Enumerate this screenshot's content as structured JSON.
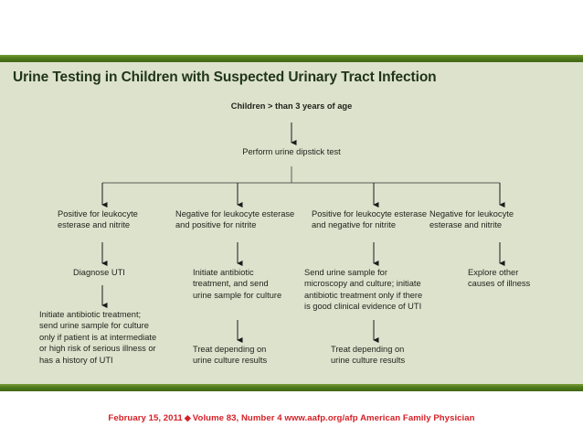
{
  "slide": {
    "title": "Urine Testing in Children with Suspected Urinary Tract Infection",
    "background_color": "#dde2cd",
    "rule_color": "#4e7a1b",
    "title_color": "#20351a"
  },
  "flowchart": {
    "start": "Children > than 3 years of age",
    "step": "Perform urine dipstick test",
    "branches": [
      {
        "condition": "Positive for leukocyte\nesterase and nitrite",
        "action": "Diagnose UTI",
        "outcome": "Initiate antibiotic treatment;\nsend urine sample for culture\nonly if patient is at intermediate\nor high risk of serious illness or\nhas a history of UTI"
      },
      {
        "condition": "Negative for leukocyte esterase\nand positive for nitrite",
        "action": "Initiate antibiotic\ntreatment, and send\nurine sample for culture",
        "outcome": "Treat depending on\nurine culture results"
      },
      {
        "condition": "Positive for leukocyte esterase\nand negative for nitrite",
        "action": "Send urine sample for\nmicroscopy and culture; initiate\nantibiotic treatment only if there\nis good clinical evidence of UTI",
        "outcome": "Treat depending on\nurine culture results"
      },
      {
        "condition": "Negative for leukocyte\nesterase and nitrite",
        "action": "Explore other\ncauses of illness",
        "outcome": ""
      }
    ]
  },
  "footer": {
    "date": "February 15, 2011",
    "separator": "◆",
    "citation": "Volume 83, Number 4 www.aafp.org/afp American Family Physician",
    "color": "#d62027"
  }
}
